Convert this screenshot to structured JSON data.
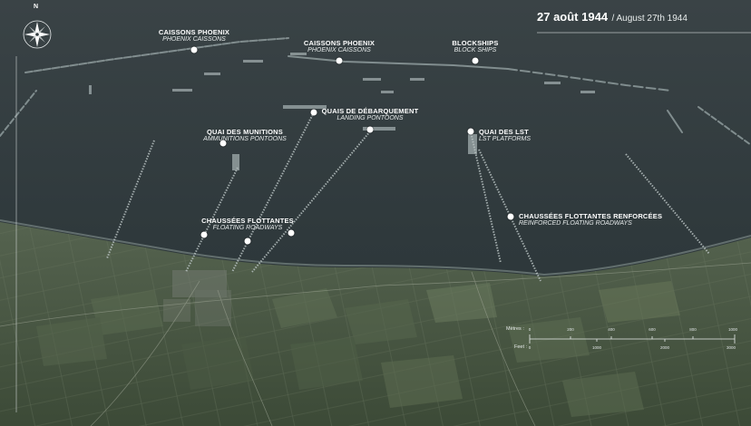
{
  "title": {
    "date_fr": "27 août 1944",
    "date_en": "/ August 27th 1944"
  },
  "compass": {
    "north_label": "N"
  },
  "labels": [
    {
      "fr": "CAISSONS PHOENIX",
      "en": "PHOENIX CAISSONS"
    },
    {
      "fr": "CAISSONS PHOENIX",
      "en": "PHOENIX CAISSONS"
    },
    {
      "fr": "BLOCKSHIPS",
      "en": "BLOCK SHIPS"
    },
    {
      "fr": "QUAIS DE DÉBARQUEMENT",
      "en": "LANDING PONTOONS"
    },
    {
      "fr": "QUAI DES MUNITIONS",
      "en": "AMMUNITIONS PONTOONS"
    },
    {
      "fr": "QUAI DES LST",
      "en": "LST PLATFORMS"
    },
    {
      "fr": "CHAUSSÉES FLOTTANTES",
      "en": "FLOATING ROADWAYS"
    },
    {
      "fr": "CHAUSSÉES FLOTTANTES RENFORCÉES",
      "en": "REINFORCED FLOATING ROADWAYS"
    }
  ],
  "scale": {
    "metres_label": "Mètres :",
    "feet_label": "Feet :",
    "metres_ticks": [
      "0",
      "200",
      "400",
      "600",
      "800",
      "1000"
    ],
    "feet_ticks": [
      "0",
      "1000",
      "2000",
      "3000"
    ]
  },
  "colors": {
    "sea": "#2f3a3e",
    "land": "#4a5a44",
    "text": "#ffffff"
  }
}
